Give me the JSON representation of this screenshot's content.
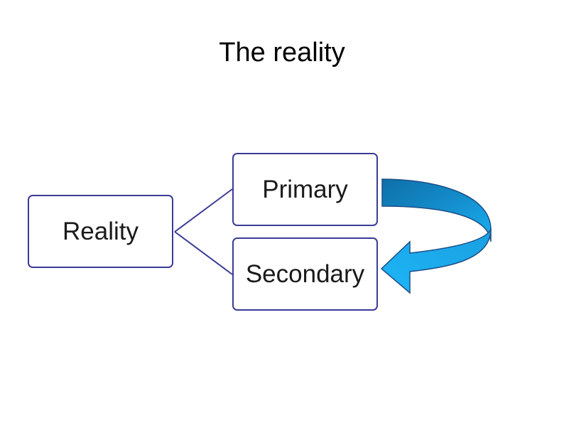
{
  "slide": {
    "title": "The reality"
  },
  "diagram": {
    "root": {
      "label": "Reality"
    },
    "children": [
      {
        "label": "Primary"
      },
      {
        "label": "Secondary"
      }
    ]
  },
  "colors": {
    "node_border": "#3b3b98",
    "connector": "#3b3b98",
    "arrow_fill_light": "#19b0f2",
    "arrow_fill_dark": "#0d6fa8",
    "arrow_stroke": "#1c4f86"
  }
}
